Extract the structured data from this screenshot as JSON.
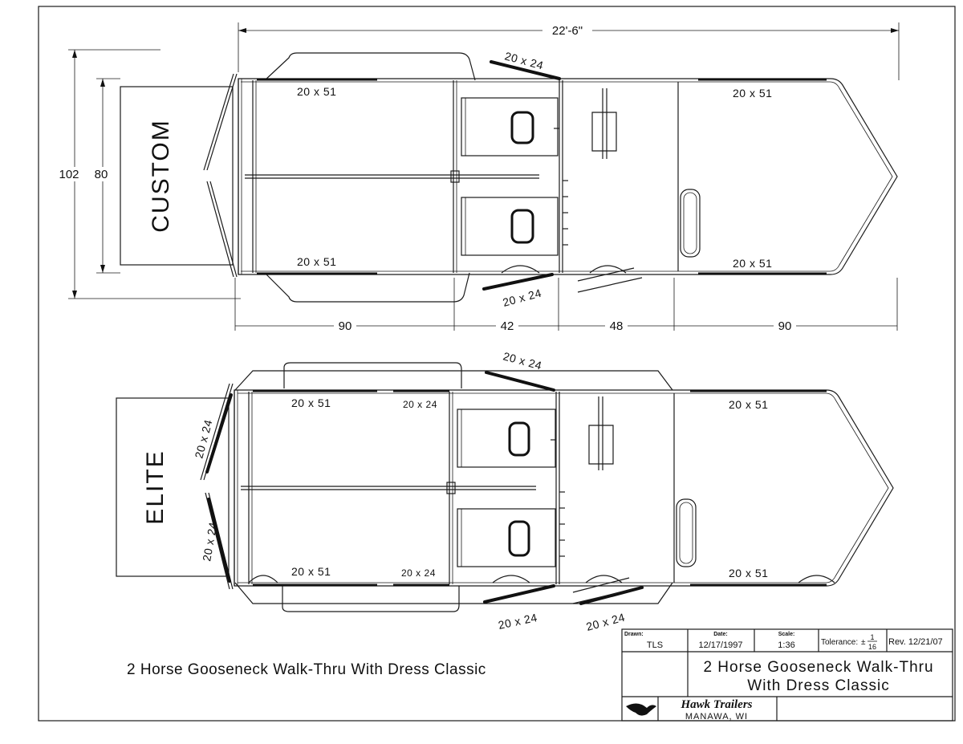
{
  "dimensions": {
    "overall_length": "22'-6\"",
    "width_outer": "102",
    "width_inner": "80",
    "seg1": "90",
    "seg2": "42",
    "seg3": "48",
    "seg4": "90"
  },
  "plans": {
    "top": {
      "model": "CUSTOM",
      "window_labels": {
        "rear_top": "20 x 51",
        "rear_bottom": "20 x 51",
        "front_top": "20 x 51",
        "front_bottom": "20 x 51",
        "drop_top": "20 x 24",
        "drop_bottom": "20 x 24"
      }
    },
    "bottom": {
      "model": "ELITE",
      "window_labels": {
        "rear_top": "20 x 51",
        "rear_bottom": "20 x 51",
        "mid_top": "20 x 24",
        "mid_bottom": "20 x 24",
        "front_top": "20 x 51",
        "front_bottom": "20 x 51",
        "drop_top": "20 x 24",
        "drop_bottom_left": "20 x 24",
        "drop_bottom_right": "20 x 24",
        "door_upper": "20 x 24",
        "door_lower": "20 x 24"
      }
    }
  },
  "caption": "2 Horse Gooseneck Walk-Thru With Dress Classic",
  "title_block": {
    "drawn_label": "Drawn:",
    "drawn_value": "TLS",
    "date_label": "Date:",
    "date_value": "12/17/1997",
    "scale_label": "Scale:",
    "scale_value": "1:36",
    "tolerance_label": "Tolerance:",
    "tolerance_num": "1",
    "tolerance_den": "16",
    "revision": "Rev. 12/21/07",
    "title_line1": "2 Horse Gooseneck Walk-Thru",
    "title_line2": "With Dress Classic",
    "company": "Hawk Trailers",
    "location": "MANAWA, WI"
  }
}
